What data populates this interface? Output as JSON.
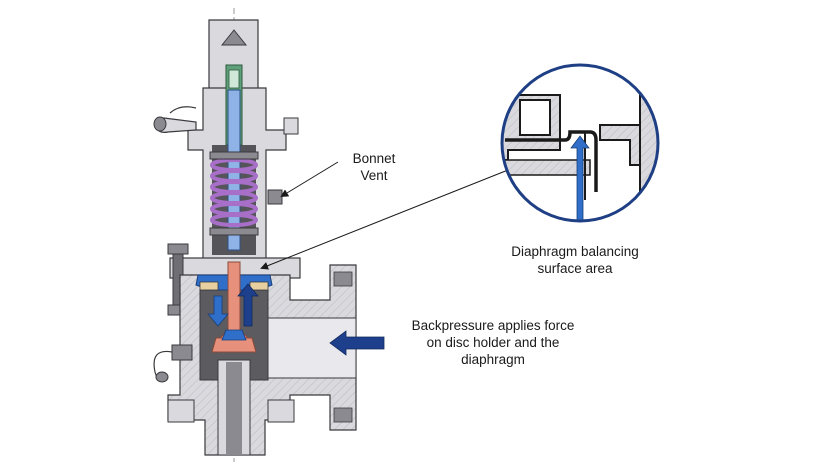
{
  "labels": {
    "bonnet_vent_line1": "Bonnet",
    "bonnet_vent_line2": "Vent",
    "diaphragm_line1": "Diaphragm balancing",
    "diaphragm_line2": "surface area",
    "backpressure_line1": "Backpressure applies force",
    "backpressure_line2": "on disc holder and the",
    "backpressure_line3": "diaphragm"
  },
  "colors": {
    "body_fill": "#d9d9de",
    "body_dark": "#6e6e74",
    "outline": "#3a3a3e",
    "spindle_blue": "#8fb3e6",
    "spring_purple": "#a86fc9",
    "stem_green": "#5fa07a",
    "disc_salmon": "#e7907c",
    "diaphragm_blue": "#2f6ec9",
    "arrow_navy": "#1d3f8c",
    "circle_outline": "#1f3f85"
  }
}
